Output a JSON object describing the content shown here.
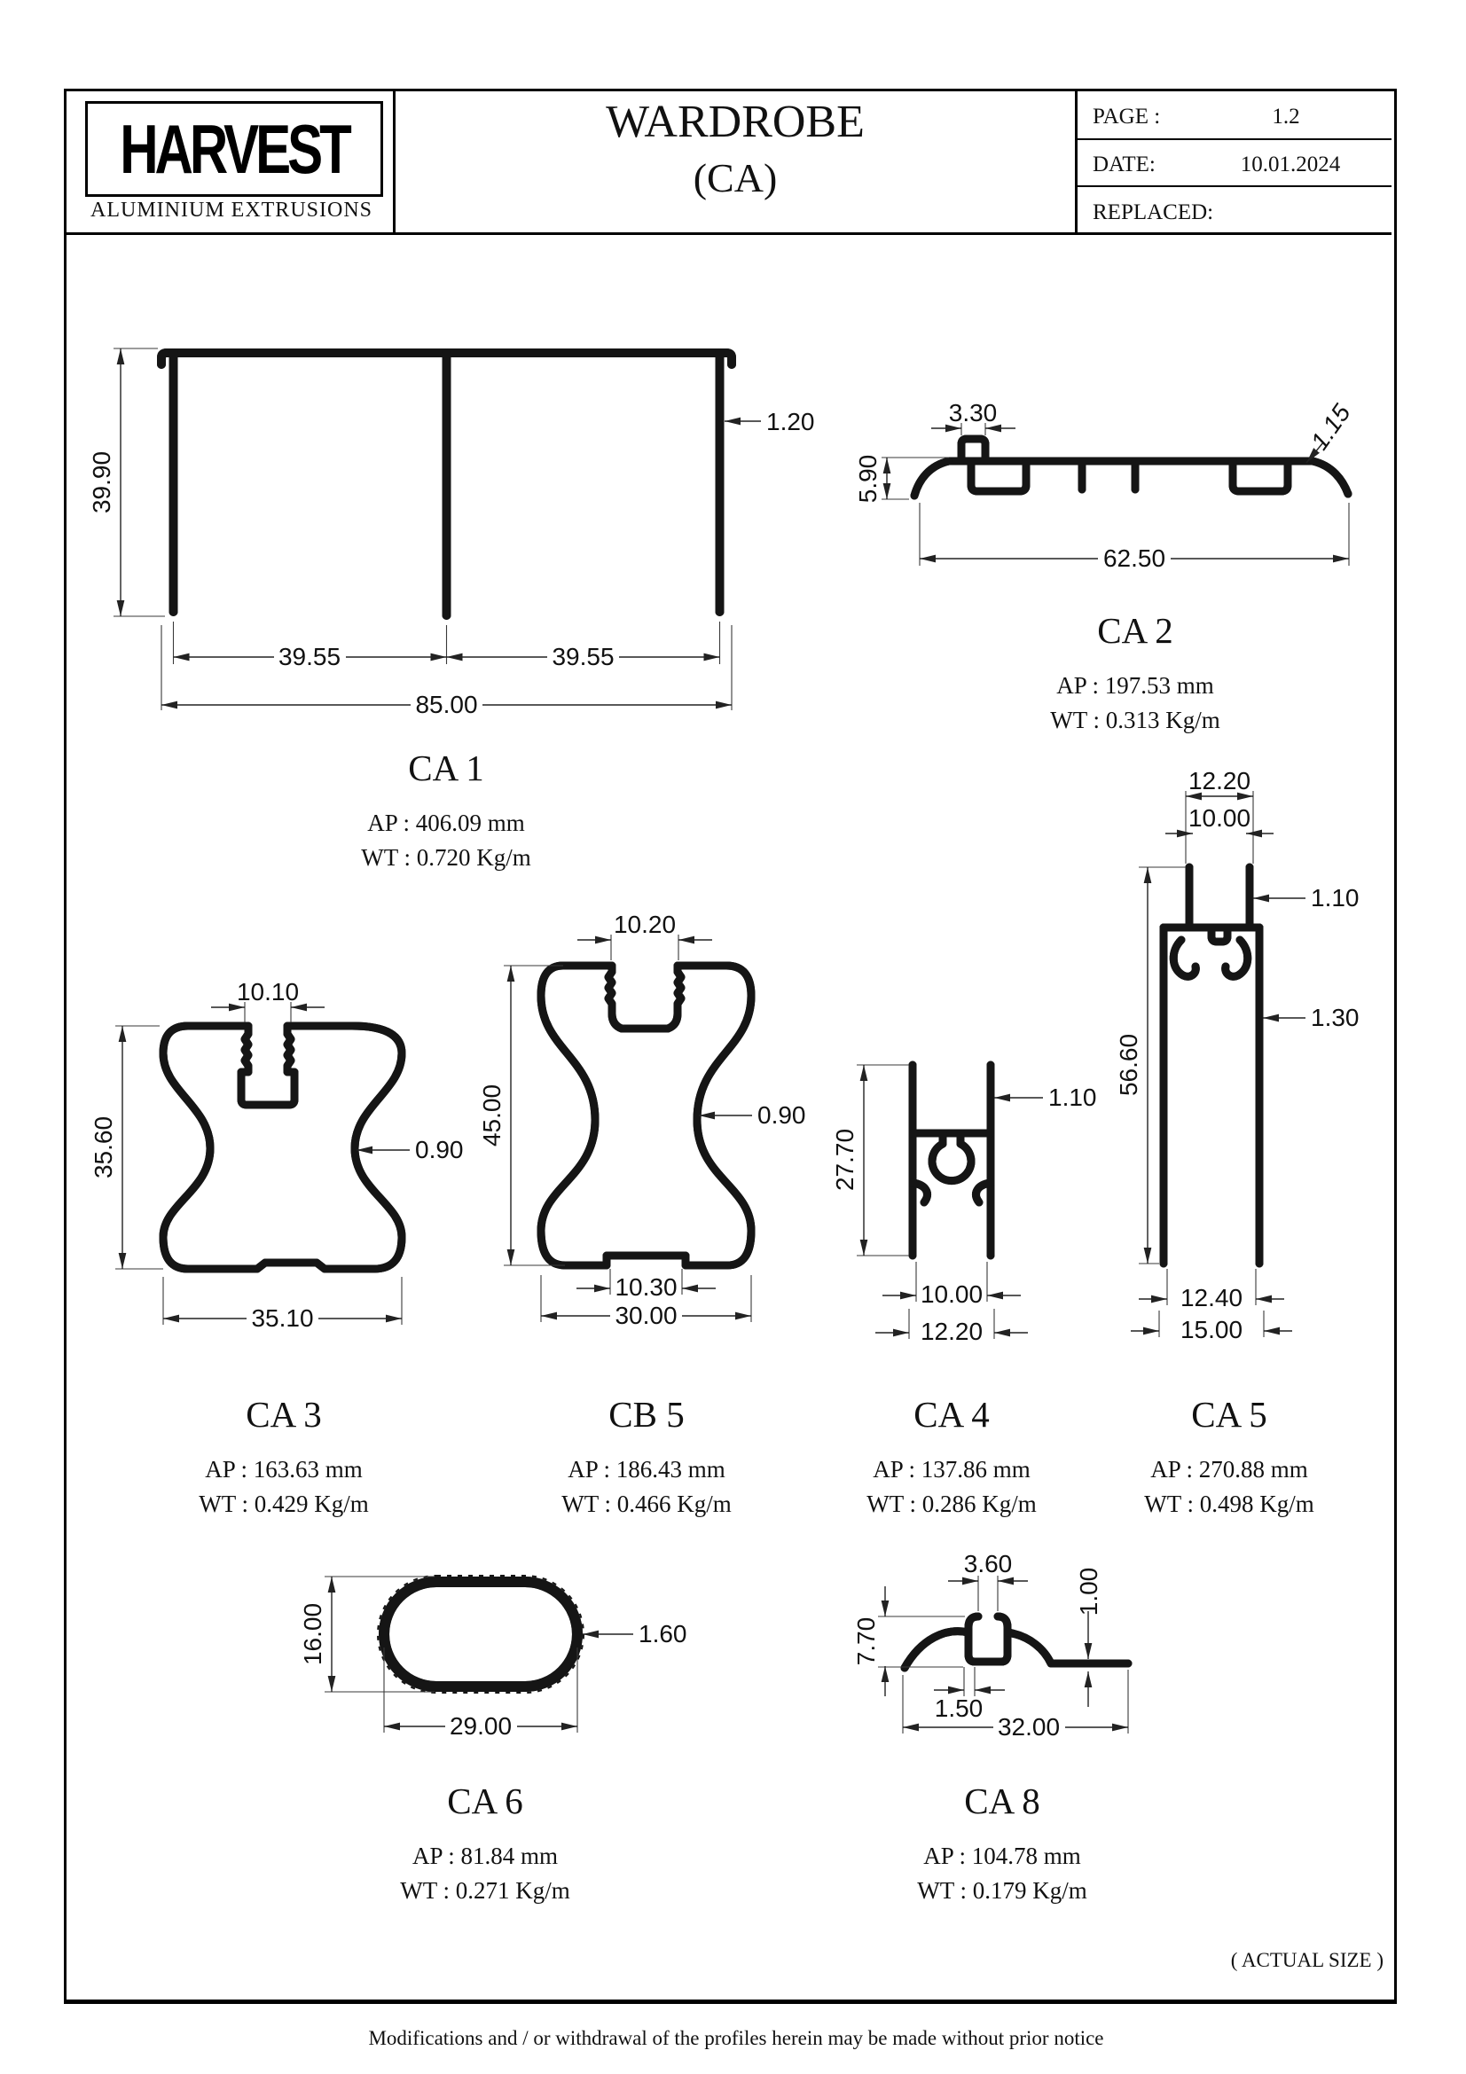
{
  "header": {
    "logo": {
      "brand": "HARVEST",
      "subtitle": "ALUMINIUM EXTRUSIONS"
    },
    "title": "WARDROBE",
    "title_sub": "(CA)",
    "info": {
      "page_label": "PAGE :",
      "page_value": "1.2",
      "date_label": "DATE:",
      "date_value": "10.01.2024",
      "replaced_label": "REPLACED:",
      "replaced_value": ""
    }
  },
  "profiles": {
    "ca1": {
      "name": "CA 1",
      "ap": "AP : 406.09 mm",
      "wt": "WT : 0.720 Kg/m",
      "dims": {
        "height": "39.90",
        "wall": "1.20",
        "span_left": "39.55",
        "span_right": "39.55",
        "overall": "85.00"
      }
    },
    "ca2": {
      "name": "CA 2",
      "ap": "AP : 197.53 mm",
      "wt": "WT : 0.313 Kg/m",
      "dims": {
        "tab": "3.30",
        "lip": "1.15",
        "height": "5.90",
        "overall": "62.50"
      }
    },
    "ca3": {
      "name": "CA 3",
      "ap": "AP : 163.63 mm",
      "wt": "WT : 0.429 Kg/m",
      "dims": {
        "slot": "10.10",
        "height": "35.60",
        "wall": "0.90",
        "overall": "35.10"
      }
    },
    "cb5": {
      "name": "CB 5",
      "ap": "AP : 186.43 mm",
      "wt": "WT : 0.466 Kg/m",
      "dims": {
        "slot_top": "10.20",
        "height": "45.00",
        "wall": "0.90",
        "slot_bottom": "10.30",
        "overall": "30.00"
      }
    },
    "ca4": {
      "name": "CA 4",
      "ap": "AP : 137.86 mm",
      "wt": "WT : 0.286 Kg/m",
      "dims": {
        "height": "27.70",
        "wall": "1.10",
        "inner": "10.00",
        "overall": "12.20"
      }
    },
    "ca5": {
      "name": "CA 5",
      "ap": "AP : 270.88 mm",
      "wt": "WT : 0.498 Kg/m",
      "dims": {
        "top_outer": "12.20",
        "top_inner": "10.00",
        "wall_top": "1.10",
        "height": "56.60",
        "wall": "1.30",
        "bottom_inner": "12.40",
        "bottom_outer": "15.00"
      }
    },
    "ca6": {
      "name": "CA 6",
      "ap": "AP : 81.84 mm",
      "wt": "WT : 0.271 Kg/m",
      "dims": {
        "height": "16.00",
        "width": "29.00",
        "wall": "1.60"
      }
    },
    "ca8": {
      "name": "CA 8",
      "ap": "AP : 104.78 mm",
      "wt": "WT : 0.179 Kg/m",
      "dims": {
        "slot": "3.60",
        "tail": "1.00",
        "height": "7.70",
        "ledge": "1.50",
        "overall": "32.00"
      }
    }
  },
  "footer": {
    "actual_size": "( ACTUAL SIZE )",
    "note": "Modifications and / or withdrawal of the profiles herein may be made without prior notice"
  }
}
